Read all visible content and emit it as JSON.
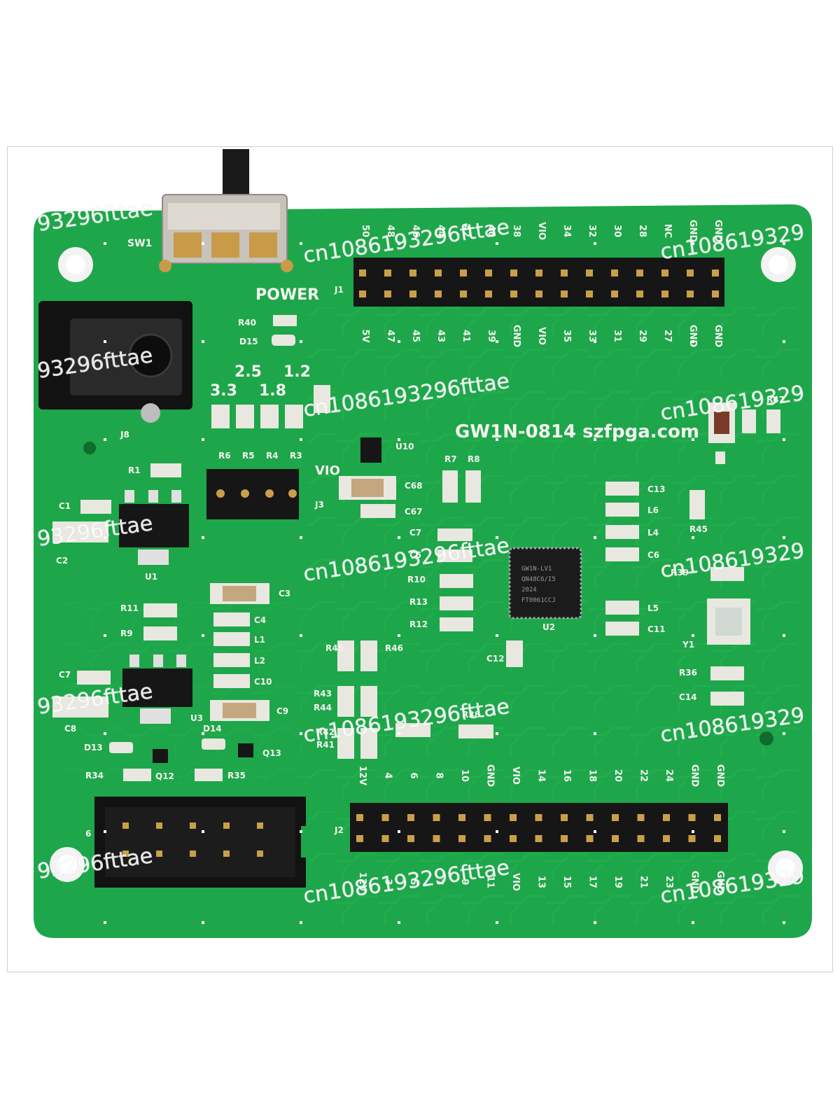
{
  "board": {
    "title": "GW1N-0814 szfpga.com",
    "power_label": "POWER",
    "vio_label": "VIO",
    "chip_markings": [
      "GW1N-LV1",
      "QN48C6/I5",
      "2024",
      "FT0061CCJ"
    ],
    "voltages": [
      "3.3",
      "2.5",
      "1.8",
      "1.2"
    ],
    "colors": {
      "pcb": "#1ea64a",
      "silkscreen": "#f4f4ee",
      "header": "#1a1a1a"
    }
  },
  "refs": {
    "sw1": "SW1",
    "j8": "J8",
    "j1": "J1",
    "j2": "J2",
    "j3": "J3",
    "u1": "U1",
    "u2": "U2",
    "u3": "U3",
    "u10": "U10",
    "r1": "R1",
    "r3": "R3",
    "r4": "R4",
    "r5": "R5",
    "r6": "R6",
    "r7": "R7",
    "r8": "R8",
    "r9": "R9",
    "r10": "R10",
    "r11": "R11",
    "r12": "R12",
    "r13": "R13",
    "r34": "R34",
    "r35": "R35",
    "r36": "R36",
    "r38": "R38",
    "r39": "R39",
    "r40": "R40",
    "r41": "R41",
    "r42": "R42",
    "r43": "R43",
    "r44": "R44",
    "r45": "R45",
    "r46": "R46",
    "r47": "R47",
    "c1": "C1",
    "c2": "C2",
    "c3": "C3",
    "c4": "C4",
    "c5": "C5",
    "c6": "C6",
    "c7": "C7",
    "c8": "C8",
    "c9": "C9",
    "c10": "C10",
    "c11": "C11",
    "c12": "C12",
    "c13": "C13",
    "c14": "C14",
    "c67": "C67",
    "c68": "C68",
    "l1": "L1",
    "l2": "L2",
    "l4": "L4",
    "l5": "L5",
    "l6": "L6",
    "d13": "D13",
    "d14": "D14",
    "d15": "D15",
    "q12": "Q12",
    "q13": "Q13",
    "y1": "Y1",
    "jtag_pin": "6"
  },
  "j1_top_labels": [
    "50",
    "48",
    "46",
    "44",
    "42",
    "40",
    "38",
    "VIO",
    "34",
    "32",
    "30",
    "28",
    "NC",
    "GND",
    "GND"
  ],
  "j1_bottom_labels": [
    "5V",
    "47",
    "45",
    "43",
    "41",
    "39",
    "GND",
    "VIO",
    "35",
    "33",
    "31",
    "29",
    "27",
    "GND",
    "GND"
  ],
  "j2_top_labels": [
    "12V",
    "4",
    "6",
    "8",
    "10",
    "GND",
    "VIO",
    "14",
    "16",
    "18",
    "20",
    "22",
    "24",
    "GND",
    "GND"
  ],
  "j2_bottom_labels": [
    "12V",
    "3",
    "5",
    "7",
    "9",
    "11",
    "VIO",
    "13",
    "15",
    "17",
    "19",
    "21",
    "23",
    "GND",
    "GND"
  ],
  "watermark": {
    "main": "cn1086193296fttae",
    "left_partial": "93296fttae",
    "right_partial": "cn108619329"
  }
}
